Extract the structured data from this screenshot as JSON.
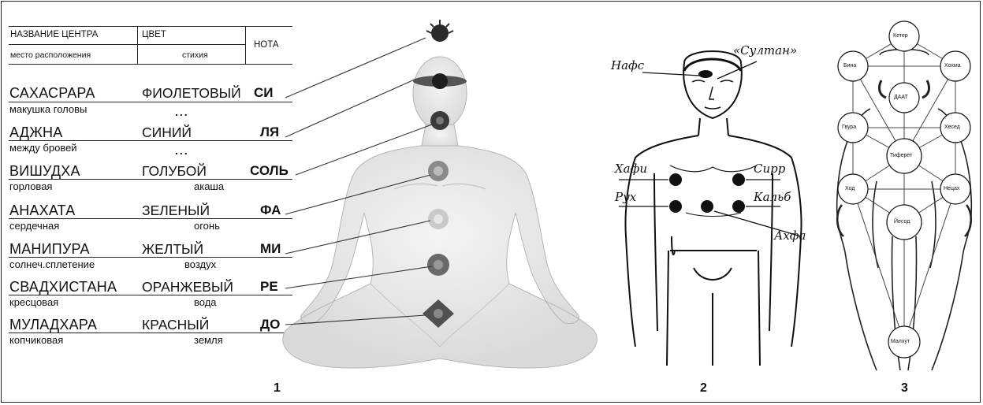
{
  "table": {
    "header": {
      "name": "НАЗВАНИЕ ЦЕНТРА",
      "color": "ЦВЕТ",
      "location": "место расположения",
      "element": "стихия",
      "note": "НОТА"
    },
    "rows": [
      {
        "name": "САХАСРАРА",
        "location": "макушка головы",
        "color": "ФИОЛЕТОВЫЙ",
        "element": "...",
        "note": "СИ"
      },
      {
        "name": "АДЖНА",
        "location": "между бровей",
        "color": "СИНИЙ",
        "element": "...",
        "note": "ЛЯ"
      },
      {
        "name": "ВИШУДХА",
        "location": "горловая",
        "color": "ГОЛУБОЙ",
        "element": "акаша",
        "note": "СОЛЬ"
      },
      {
        "name": "АНАХАТА",
        "location": "сердечная",
        "color": "ЗЕЛЕНЫЙ",
        "element": "огонь",
        "note": "ФА"
      },
      {
        "name": "МАНИПУРА",
        "location": "солнеч.сплетение",
        "color": "ЖЕЛТЫЙ",
        "element": "воздух",
        "note": "МИ"
      },
      {
        "name": "СВАДХИСТАНА",
        "location": "кресцовая",
        "color": "ОРАНЖЕВЫЙ",
        "element": "вода",
        "note": "РЕ"
      },
      {
        "name": "МУЛАДХАРА",
        "location": "копчиковая",
        "color": "КРАСНЫЙ",
        "element": "земля",
        "note": "ДО"
      }
    ]
  },
  "figure_labels": [
    "1",
    "2",
    "3"
  ],
  "figure2": {
    "nafs": "Нафс",
    "sultan": "«Султан»",
    "khafi": "Хафи",
    "sirr": "Сирр",
    "rukh": "Рух",
    "kalb": "Кальб",
    "akhfa": "Ахфа"
  },
  "figure3": {
    "sephirot": [
      "Кетер",
      "Бина",
      "Хохма",
      "ДААТ",
      "Гвура",
      "Хесед",
      "Тиферет",
      "Ход",
      "Нецах",
      "Йесод",
      "Малхут"
    ]
  }
}
